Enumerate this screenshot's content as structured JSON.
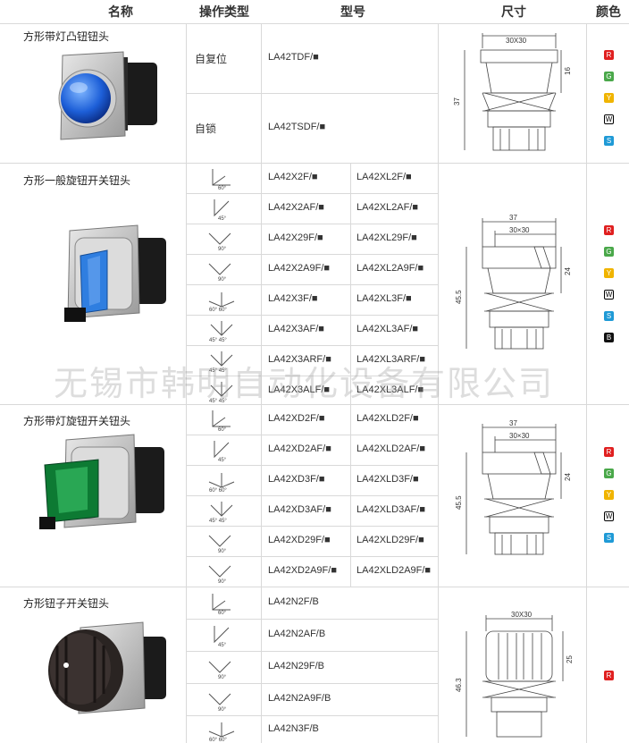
{
  "header": {
    "name": "名称",
    "op_type": "操作类型",
    "model": "型号",
    "size": "尺寸",
    "color": "颜色"
  },
  "sections": [
    {
      "title": "方形带灯凸钮钮头",
      "rows": [
        {
          "op": "自复位",
          "model": "LA42TDF/■"
        },
        {
          "op": "自锁",
          "model": "LA42TSDF/■"
        }
      ],
      "dims": {
        "width": "30X30",
        "height": "37",
        "sub": "16"
      },
      "colors": [
        "R",
        "G",
        "Y",
        "W",
        "S"
      ]
    },
    {
      "title": "方形一般旋钮开关钮头",
      "rows": [
        {
          "angle": "60°",
          "model": "LA42X2F/■",
          "model2": "LA42XL2F/■"
        },
        {
          "angle": "45°",
          "model": "LA42X2AF/■",
          "model2": "LA42XL2AF/■"
        },
        {
          "angle": "90°",
          "model": "LA42X29F/■",
          "model2": "LA42XL29F/■"
        },
        {
          "angle": "90°",
          "model": "LA42X2A9F/■",
          "model2": "LA42XL2A9F/■"
        },
        {
          "angle": "60° 60°",
          "model": "LA42X3F/■",
          "model2": "LA42XL3F/■"
        },
        {
          "angle": "45° 45°",
          "model": "LA42X3AF/■",
          "model2": "LA42XL3AF/■"
        },
        {
          "angle": "45° 45°",
          "model": "LA42X3ARF/■",
          "model2": "LA42XL3ARF/■"
        },
        {
          "angle": "45° 45°",
          "model": "LA42X3ALF/■",
          "model2": "LA42XL3ALF/■"
        }
      ],
      "dims": {
        "top": "37",
        "width": "30×30",
        "height": "45.5",
        "sub": "24"
      },
      "colors": [
        "R",
        "G",
        "Y",
        "W",
        "S",
        "B"
      ]
    },
    {
      "title": "方形带灯旋钮开关钮头",
      "rows": [
        {
          "angle": "60°",
          "model": "LA42XD2F/■",
          "model2": "LA42XLD2F/■"
        },
        {
          "angle": "45°",
          "model": "LA42XD2AF/■",
          "model2": "LA42XLD2AF/■"
        },
        {
          "angle": "60° 60°",
          "model": "LA42XD3F/■",
          "model2": "LA42XLD3F/■"
        },
        {
          "angle": "45° 45°",
          "model": "LA42XD3AF/■",
          "model2": "LA42XLD3AF/■"
        },
        {
          "angle": "90°",
          "model": "LA42XD29F/■",
          "model2": "LA42XLD29F/■"
        },
        {
          "angle": "90°",
          "model": "LA42XD2A9F/■",
          "model2": "LA42XLD2A9F/■"
        }
      ],
      "dims": {
        "top": "37",
        "width": "30×30",
        "height": "45.5",
        "sub": "24"
      },
      "colors": [
        "R",
        "G",
        "Y",
        "W",
        "S"
      ]
    },
    {
      "title": "方形钮子开关钮头",
      "rows": [
        {
          "angle": "60°",
          "model": "LA42N2F/B"
        },
        {
          "angle": "45°",
          "model": "LA42N2AF/B"
        },
        {
          "angle": "90°",
          "model": "LA42N29F/B"
        },
        {
          "angle": "90°",
          "model": "LA42N2A9F/B"
        },
        {
          "angle": "60° 60°",
          "model": "LA42N3F/B"
        }
      ],
      "dims": {
        "width": "30X30",
        "height": "46.3",
        "sub": "25"
      },
      "colors": [
        "R"
      ]
    }
  ],
  "watermark": "无锡市韩明自动化设备有限公司",
  "color_map": {
    "R": "#e02020",
    "G": "#4aa84a",
    "Y": "#f0b400",
    "W": "#ffffff",
    "S": "#1f9ad6",
    "B": "#111111"
  }
}
